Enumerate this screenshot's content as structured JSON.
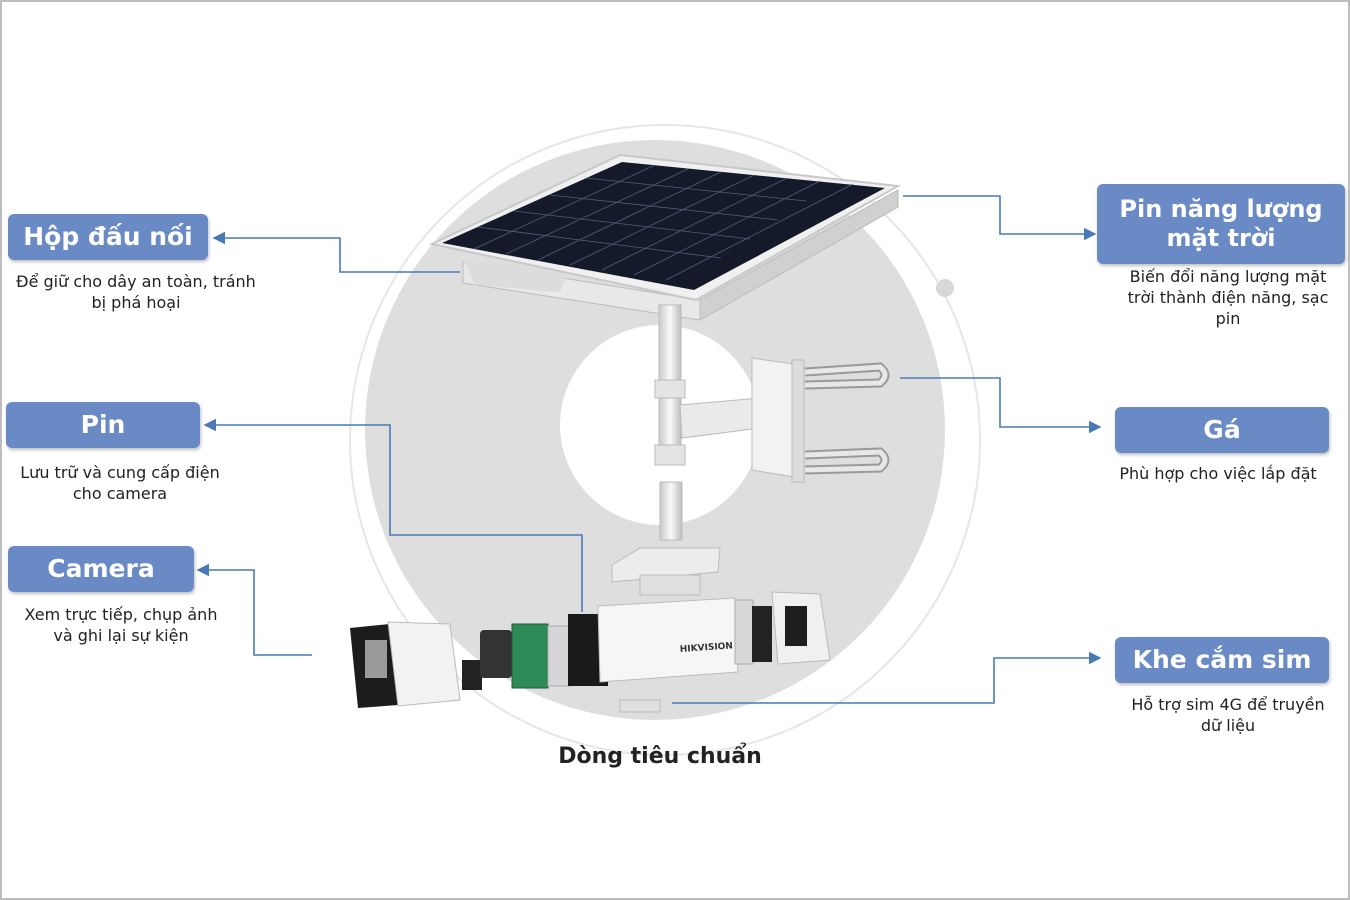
{
  "components": [
    {
      "id": "junction-box",
      "title": "Hộp đấu nối",
      "desc": "Để giữ cho dây an toàn, tránh bị phá hoại"
    },
    {
      "id": "battery",
      "title": "Pin",
      "desc": "Lưu trữ và cung cấp điện cho camera"
    },
    {
      "id": "camera",
      "title": "Camera",
      "desc": "Xem trực tiếp, chụp ảnh và ghi lại sự kiện"
    },
    {
      "id": "solar-panel",
      "title": "Pin năng lượng mặt trời",
      "desc": "Biến đổi năng lượng mặt trời thành điện năng, sạc pin"
    },
    {
      "id": "bracket",
      "title": "Gá",
      "desc": "Phù hợp cho việc lắp đặt"
    },
    {
      "id": "sim-slot",
      "title": "Khe cắm sim",
      "desc": "Hỗ trợ sim 4G để truyền dữ liệu"
    }
  ],
  "caption": "Dòng tiêu chuẩn",
  "brand": "HIKVISION",
  "colors": {
    "label_bg": "#6a8ac6",
    "connector": "#4a7ab5",
    "circle": "#dedede"
  }
}
